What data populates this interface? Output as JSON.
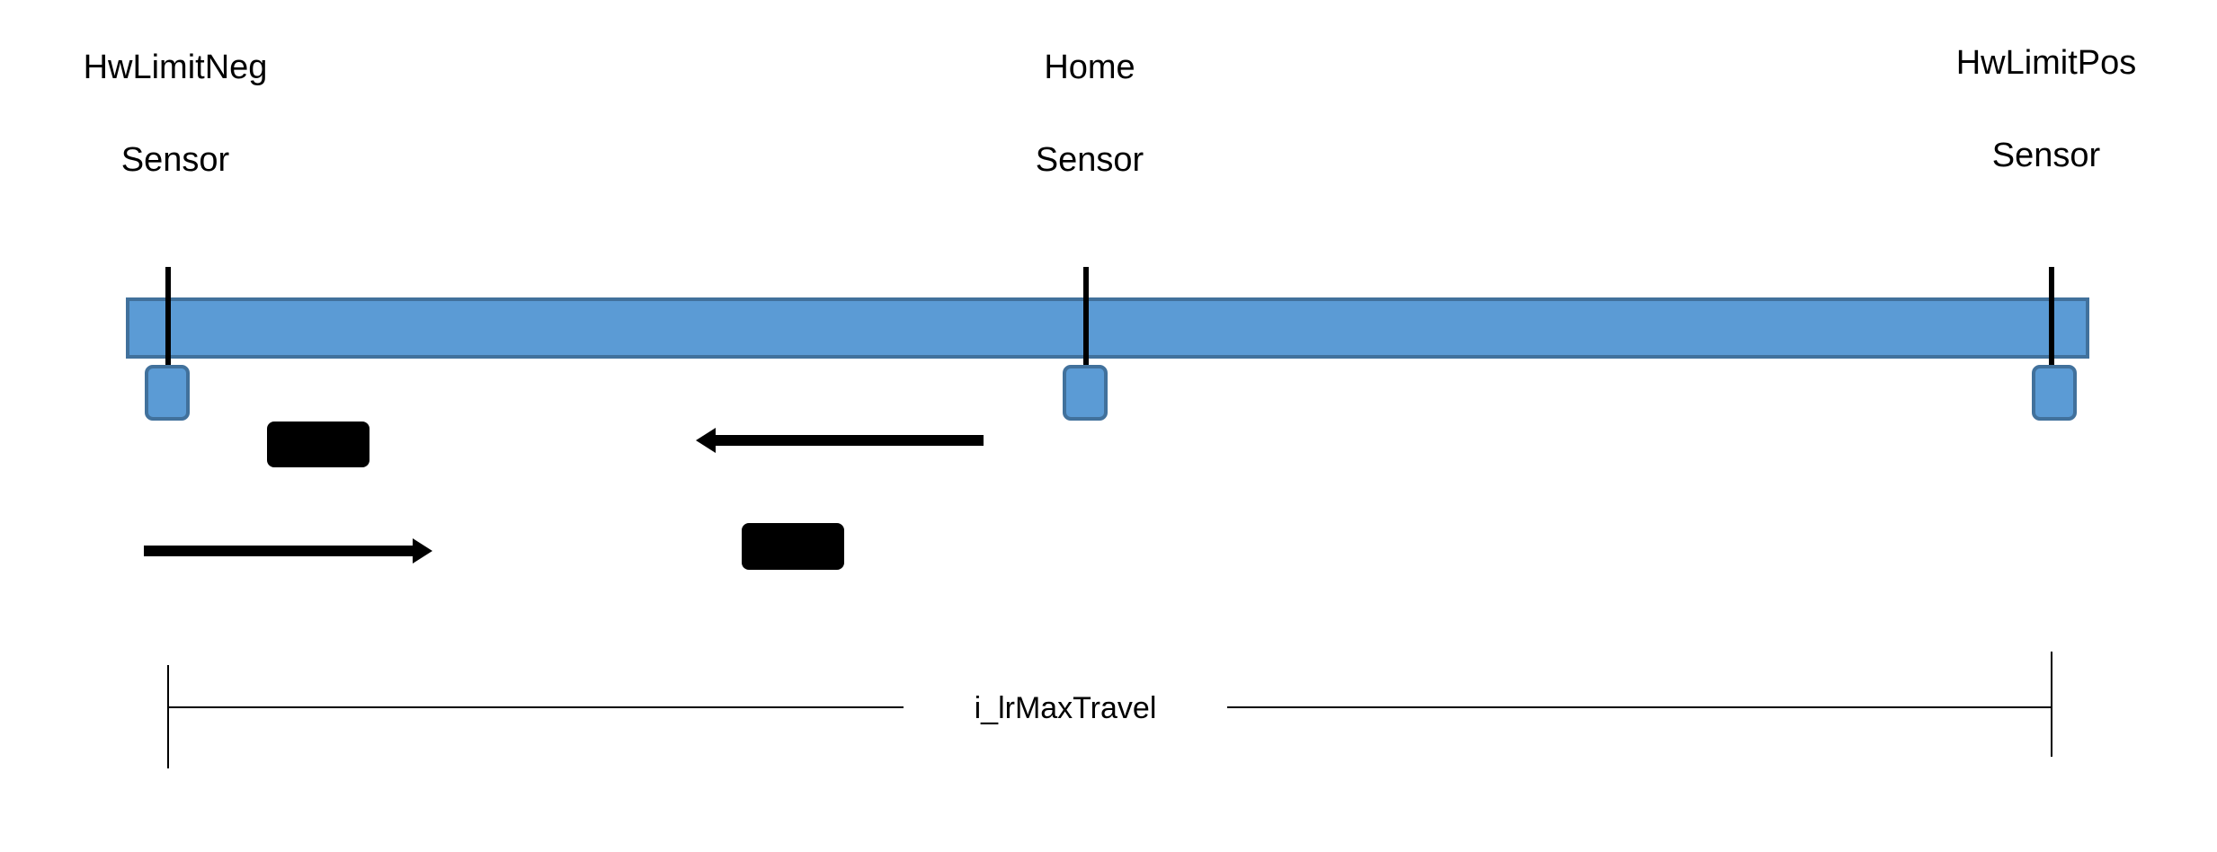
{
  "sensors": [
    {
      "id": "neg",
      "name": "HwLimitNeg",
      "type": "Sensor"
    },
    {
      "id": "home",
      "name": "Home",
      "type": "Sensor"
    },
    {
      "id": "pos",
      "name": "HwLimitPos",
      "type": "Sensor"
    }
  ],
  "dimension": {
    "label": "i_lrMaxTravel"
  },
  "colors": {
    "rail_fill": "#5b9bd5",
    "rail_stroke": "#41719c",
    "marker": "#000000",
    "carriage": "#000000"
  }
}
